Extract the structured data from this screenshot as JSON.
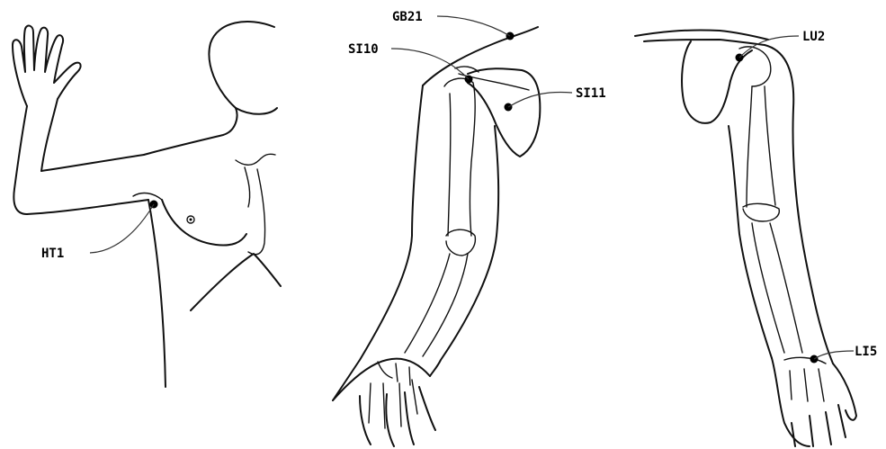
{
  "points": [
    {
      "id": "HT1",
      "label": "HT1"
    },
    {
      "id": "GB21",
      "label": "GB21"
    },
    {
      "id": "SI10",
      "label": "SI10"
    },
    {
      "id": "SI11",
      "label": "SI11"
    },
    {
      "id": "LU2",
      "label": "LU2"
    },
    {
      "id": "LI5",
      "label": "LI5"
    }
  ],
  "colors": {
    "line": "#111111",
    "point": "#000000",
    "background": "#ffffff"
  }
}
